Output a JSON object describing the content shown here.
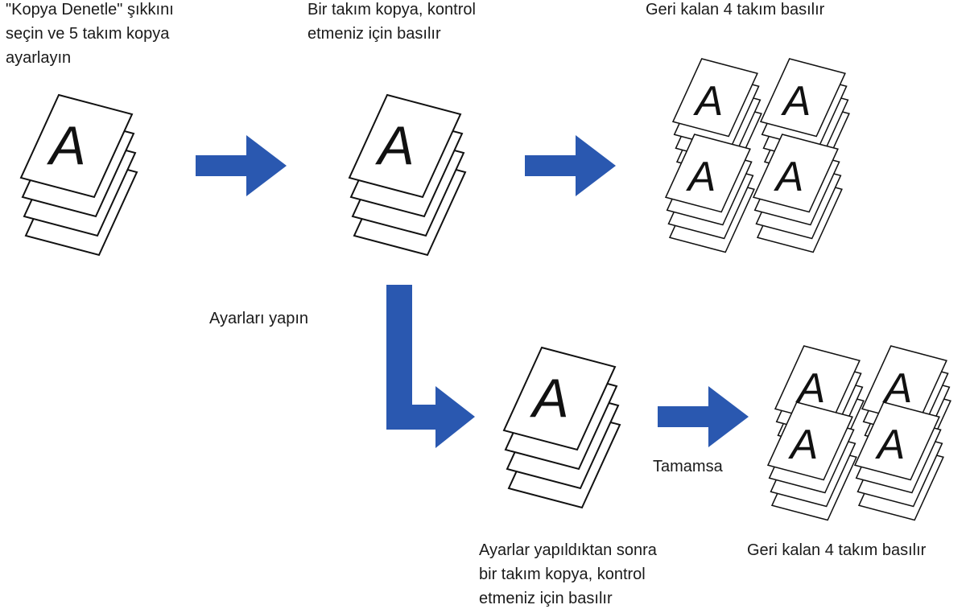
{
  "captions": {
    "step1": "\"Kopya Denetle\" şıkkını\nseçin ve 5 takım kopya\nayarlayın",
    "step2": "Bir takım kopya, kontrol\netmeniz için basılır",
    "step3": "Geri kalan 4 takım basılır",
    "adjust": "Ayarları yapın",
    "ok": "Tamamsa",
    "step5": "Ayarlar yapıldıktan sonra\nbir takım kopya, kontrol\netmeniz için basılır",
    "step6": "Geri kalan 4 takım basılır"
  },
  "page_letter": "A",
  "colors": {
    "arrow": "#2a58b0",
    "paper_stroke": "#111111",
    "paper_fill": "#ffffff"
  },
  "icons": [
    "paper-stack-icon",
    "arrow-right-icon",
    "arrow-elbow-icon"
  ]
}
